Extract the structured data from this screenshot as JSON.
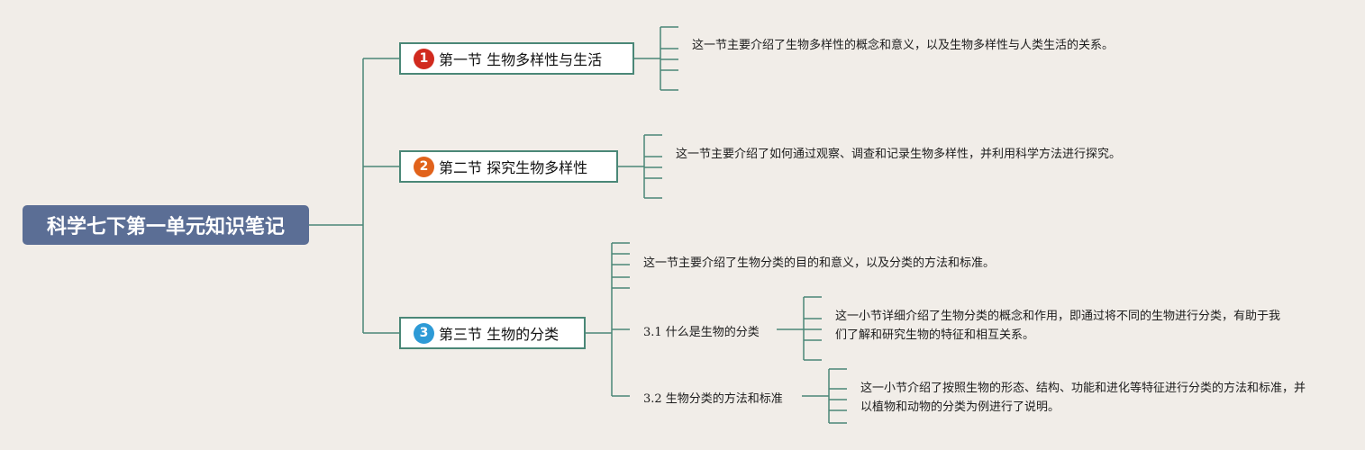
{
  "root": {
    "title": "科学七下第一单元知识笔记"
  },
  "colors": {
    "background": "#f1ede8",
    "root_fill": "#5b6e95",
    "connector": "#4a8777",
    "badge_1": "#d12a1e",
    "badge_2": "#e1621b",
    "badge_3": "#2d9ad6"
  },
  "branches": [
    {
      "number": "1",
      "title": "第一节 生物多样性与生活",
      "note": "这一节主要介绍了生物多样性的概念和意义，以及生物多样性与人类生活的关系。"
    },
    {
      "number": "2",
      "title": "第二节 探究生物多样性",
      "note": "这一节主要介绍了如何通过观察、调查和记录生物多样性，并利用科学方法进行探究。"
    },
    {
      "number": "3",
      "title": "第三节 生物的分类",
      "note": "这一节主要介绍了生物分类的目的和意义，以及分类的方法和标准。",
      "subsections": [
        {
          "label": "3.1 什么是生物的分类",
          "note": "这一小节详细介绍了生物分类的概念和作用，即通过将不同的生物进行分类，有助于我们了解和研究生物的特征和相互关系。"
        },
        {
          "label": "3.2 生物分类的方法和标准",
          "note": "这一小节介绍了按照生物的形态、结构、功能和进化等特征进行分类的方法和标准，并以植物和动物的分类为例进行了说明。"
        }
      ]
    }
  ]
}
